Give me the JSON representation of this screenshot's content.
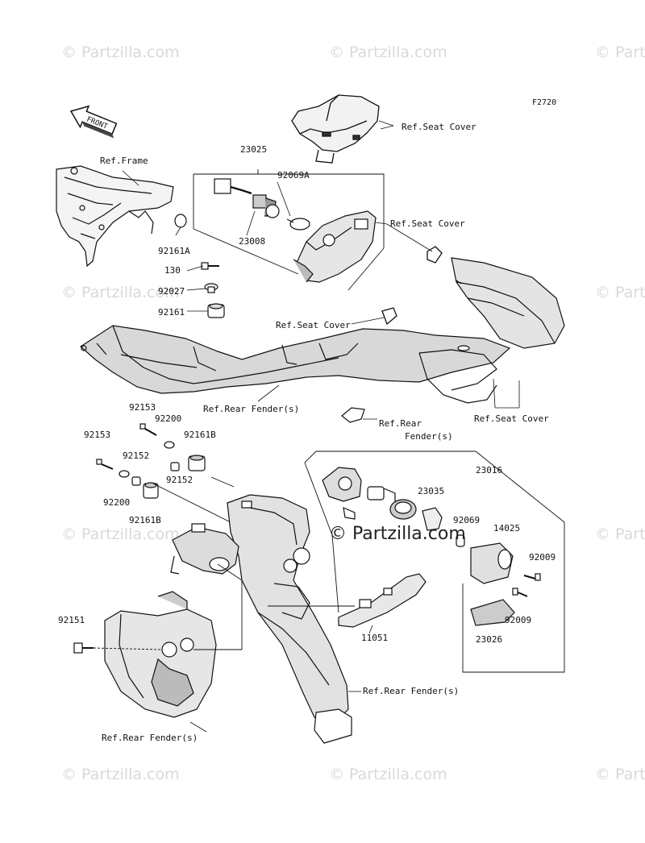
{
  "diagram_code": "F2720",
  "front_label": "FRONT",
  "watermark": "© Partzilla.com",
  "watermark_center": "© Partzilla.com",
  "parts": {
    "p23025": "23025",
    "p92069A": "92069A",
    "p23008": "23008",
    "p92161A": "92161A",
    "p130": "130",
    "p92027": "92027",
    "p92161": "92161",
    "p92153a": "92153",
    "p92200a": "92200",
    "p92161Ba": "92161B",
    "p92153b": "92153",
    "p92152a": "92152",
    "p92152b": "92152",
    "p92200b": "92200",
    "p92161Bb": "92161B",
    "p23016": "23016",
    "p23035": "23035",
    "p92069": "92069",
    "p14025": "14025",
    "p92009a": "92009",
    "p92009b": "92009",
    "p23026": "23026",
    "p11051": "11051",
    "p92151": "92151"
  },
  "refs": {
    "seat_cover_1": "Ref.Seat Cover",
    "frame": "Ref.Frame",
    "seat_cover_2": "Ref.Seat Cover",
    "seat_cover_3": "Ref.Seat Cover",
    "rear_fender_1": "Ref.Rear Fender(s)",
    "rear_fender_2a": "Ref.Rear",
    "rear_fender_2b": "Fender(s)",
    "seat_cover_4": "Ref.Seat Cover",
    "rear_fender_3": "Ref.Rear Fender(s)",
    "rear_fender_4": "Ref.Rear Fender(s)"
  }
}
